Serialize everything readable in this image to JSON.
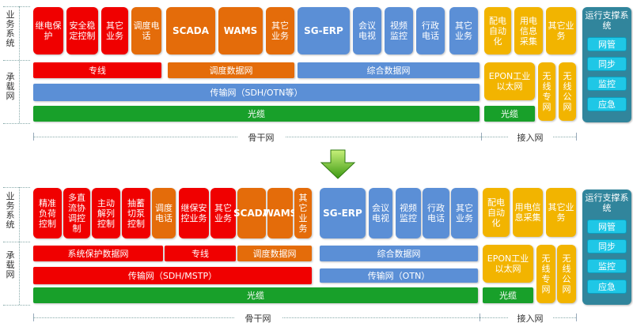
{
  "side_labels": {
    "service": "业务系统",
    "bearer": "承载网"
  },
  "top": {
    "red_boxes": [
      "继电保护",
      "安全稳定控制",
      "其它业务"
    ],
    "orange_boxes": [
      "调度电话",
      "SCADA",
      "WAMS",
      "其它业务"
    ],
    "blue_boxes": [
      "SG-ERP",
      "会议电视",
      "视频监控",
      "行政电话",
      "其它业务"
    ],
    "access_boxes": [
      "配电自动化",
      "用电信息采集",
      "其它业务"
    ],
    "bars": {
      "private_line": "专线",
      "dispatch_net": "调度数据网",
      "integrated_net": "综合数据网",
      "transport": "传输网（SDH/OTN等）",
      "fiber": "光缆",
      "epon": "EPON工业以太网",
      "wireless_private": "无线专网",
      "wireless_public": "无线公网",
      "access_fiber": "光缆"
    },
    "dims": {
      "backbone": "骨干网",
      "access": "接入网"
    }
  },
  "support": {
    "title": "运行支撑系统",
    "items": [
      "网管",
      "同步",
      "监控",
      "应急"
    ]
  },
  "arrow": "down-arrow-icon",
  "bottom": {
    "red_boxes": [
      "精准负荷控制",
      "多直流协调控制",
      "主动解列控制",
      "抽蓄切泵控制",
      "继保安控业务",
      "其它业务"
    ],
    "orange_boxes": [
      "调度电话",
      "SCADA",
      "WAMS",
      "其它业务"
    ],
    "blue_boxes": [
      "SG-ERP",
      "会议电视",
      "视频监控",
      "行政电话",
      "其它业务"
    ],
    "access_boxes": [
      "配电自动化",
      "用电信息采集",
      "其它业务"
    ],
    "bars": {
      "protection_net": "系统保护数据网",
      "private_line": "专线",
      "dispatch_net": "调度数据网",
      "integrated_net": "综合数据网",
      "transport_sdh": "传输网（SDH/MSTP）",
      "transport_otn": "传输网（OTN）",
      "fiber": "光缆",
      "epon": "EPON工业以太网",
      "wireless_private": "无线专网",
      "wireless_public": "无线公网",
      "access_fiber": "光缆"
    },
    "dims": {
      "backbone": "骨干网",
      "access": "接入网"
    }
  },
  "colors": {
    "red": "#f00000",
    "orange": "#e46c0a",
    "blue": "#5b8fd6",
    "yellow": "#f2b400",
    "green": "#18a02a",
    "teal": "#31859c",
    "cyan": "#1fc7e6"
  }
}
